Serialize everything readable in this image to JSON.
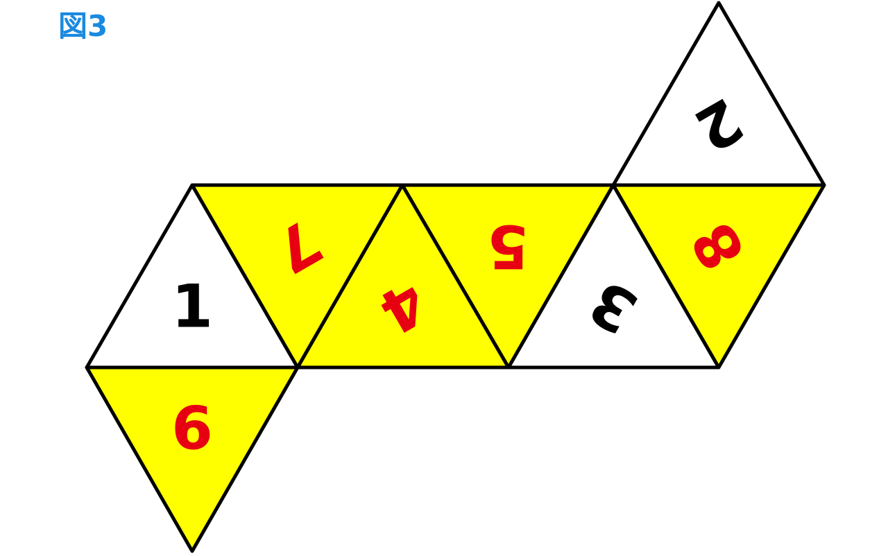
{
  "title": "図3",
  "colors": {
    "yellow": "#ffff00",
    "white": "#ffffff",
    "red": "#e60012",
    "black": "#000000",
    "title": "#1a8ae0"
  },
  "faces": [
    {
      "label": "1",
      "fill": "white",
      "text_color": "black",
      "rotation_deg": 0
    },
    {
      "label": "7",
      "fill": "yellow",
      "text_color": "red",
      "rotation_deg": 150
    },
    {
      "label": "4",
      "fill": "yellow",
      "text_color": "red",
      "rotation_deg": 150
    },
    {
      "label": "5",
      "fill": "yellow",
      "text_color": "red",
      "rotation_deg": 180
    },
    {
      "label": "3",
      "fill": "white",
      "text_color": "black",
      "rotation_deg": 210
    },
    {
      "label": "8",
      "fill": "yellow",
      "text_color": "red",
      "rotation_deg": 240
    },
    {
      "label": "2",
      "fill": "white",
      "text_color": "black",
      "rotation_deg": 150
    },
    {
      "label": "6",
      "fill": "yellow",
      "text_color": "red",
      "rotation_deg": 0
    }
  ]
}
